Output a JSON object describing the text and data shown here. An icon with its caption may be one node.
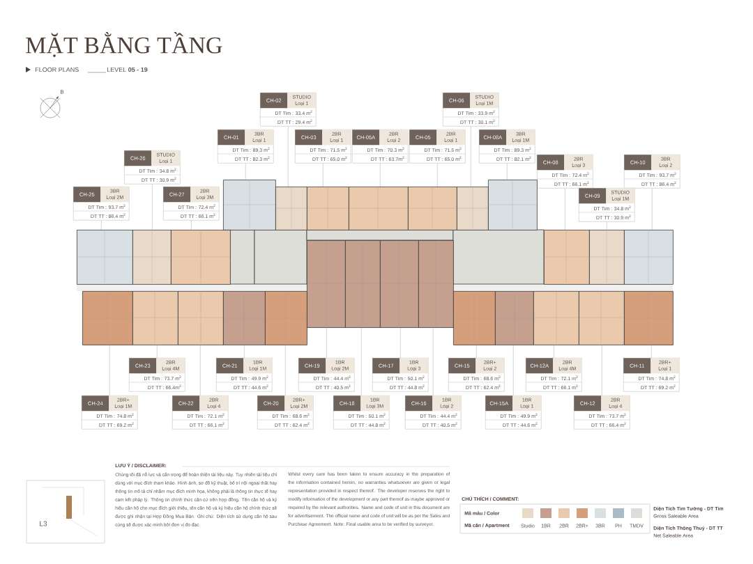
{
  "diagram": {
    "title": "MẶT BẰNG TẦNG",
    "nodes": [
      {
        "text": [
          "CH-02",
          "STUDIO",
          "Loại 1",
          "DT Tim : 33.4 m$^{2}$",
          "DT TT : 29.4 m$^{2}$"
        ]
      },
      {
        "text": [
          "CH-06",
          "STUDIO",
          "Loại 1M",
          "DT Tim : 33.9 m$^{2}$",
          "DT TT : 30.1 m$^{2}$"
        ]
      },
      {
        "text": [
          "CH-01",
          "3BR",
          "Loại 1",
          "DT Tim : 89.3 m$^{2}$",
          "DT TT : 82.3 m$^{2}$"
        ]
      },
      {
        "text": [
          "CH-03",
          "2BR",
          "Loại 1",
          "DT Tim : 71.5 m$^{2}$",
          "DT TT : 65.0 m$^{2}$"
        ]
      },
      {
        "text": [
          "CH-05A",
          "2BR",
          "Loại 2",
          "DT Tim : 70.3 m$^{2}$",
          "DT TT : 63.7m$^{2}$"
        ]
      },
      {
        "text": [
          "CH-05",
          "2BR",
          "Loại 1",
          "DT Tim : 71.5 m$^{2}$",
          "DT TT : 65.0 m$^{2}$"
        ]
      },
      {
        "text": [
          "CH-08A",
          "3BR",
          "Loại 1M",
          "DT Tim : 89.3 m$^{2}$",
          "DT TT : 82.1 m$^{2}$"
        ]
      },
      {
        "text": [
          "CH-26",
          "STUDIO",
          "Loại 1",
          "DT Tim : 34.8 m$^{2}$",
          "DT TT : 30.9 m$^{2}$"
        ]
      },
      {
        "text": [
          "CH-08",
          "2BR",
          "Loại 3",
          "DT Tim : 72.4 m$^{2}$",
          "DT TT : 66.1 m$^{2}$"
        ]
      },
      {
        "text": [
          "CH-10",
          "3BR",
          "Loại 2",
          "DT Tim : 93.7 m$^{2}$",
          "DT TT : 86.4 m$^{2}$"
        ]
      },
      {
        "text": [
          "CH-25",
          "3BR",
          "Loại 2M",
          "DT Tim : 93.7 m$^{2}$",
          "DT TT : 86.4 m$^{2}$"
        ]
      },
      {
        "text": [
          "CH-27",
          "2BR",
          "Loại 3M",
          "DT Tim : 72.4 m$^{2}$",
          "DT TT : 66.1 m$^{2}$"
        ]
      },
      {
        "text": [
          "CH-09",
          "STUDIO",
          "Loại 1M",
          "DT Tim : 34.8 m$^{2}$",
          "DT TT : 30.9 m$^{2}$"
        ]
      },
      {
        "text": [
          "CH-23",
          "2BR",
          "Loại 4M",
          "DT Tim : 73.7 m$^{2}$",
          "DT TT : 66.4m$^{2}$"
        ]
      },
      {
        "text": [
          "CH-21",
          "1BR",
          "Loại 1M",
          "DT Tim : 49.9 m$^{2}$",
          "DT TT : 44.6 m$^{2}$"
        ]
      },
      {
        "text": [
          "CH-19",
          "1BR",
          "Loại 2M",
          "DT Tim : 44.4 m$^{2}$",
          "DT TT : 40.5 m$^{2}$"
        ]
      },
      {
        "text": [
          "CH-17",
          "1BR",
          "Loại 3",
          "DT Tim : 50.1 m$^{2}$",
          "DT TT : 44.8 m$^{2}$"
        ]
      },
      {
        "text": [
          "CH-15",
          "2BR+",
          "Loại 2",
          "DT Tim : 68.6 m$^{2}$",
          "DT TT : 62.4 m$^{2}$"
        ]
      },
      {
        "text": [
          "CH-12A",
          "2BR",
          "Loại 4M",
          "DT Tim : 72.1 m$^{2}$",
          "DT TT : 66.1 m$^{2}$"
        ]
      },
      {
        "text": [
          "CH-11",
          "2BR+",
          "Loại 1",
          "DT Tim : 74.8 m$^{2}$",
          "DT TT : 69.2 m$^{2}$"
        ]
      },
      {
        "text": [
          "CH-24",
          "2BR+",
          "Loại 1M",
          "DT Tim : 74.8 m$^{2}$",
          "DT TT : 69.2 m$^{2}$"
        ]
      },
      {
        "text": [
          "CH-22",
          "2BR",
          "Loại 4",
          "DT Tim : 72.1 m$^{2}$",
          "DT TT : 66.1 m$^{2}$"
        ]
      },
      {
        "text": [
          "CH-20",
          "2BR+",
          "Loại 2M",
          "DT Tim : 68.6 m$^{2}$",
          "DT TT : 62.4 m$^{2}$"
        ]
      },
      {
        "text": [
          "CH-18",
          "1BR",
          "Loại 3M",
          "DT Tim : 50.1 m$^{2}$",
          "DT TT : 44.8 m$^{2}$"
        ]
      },
      {
        "text": [
          "CH-16",
          "1BR",
          "Loại 2",
          "DT Tim : 44.4 m$^{2}$",
          "DT TT : 40.5 m$^{2}$"
        ]
      },
      {
        "text": [
          "CH-15A",
          "1BR",
          "Loại 1",
          "DT Tim : 49.9 m$^{2}$",
          "DT TT : 44.6 m$^{2}$"
        ]
      },
      {
        "text": [
          "CH-12",
          "2BR",
          "Loại 4",
          "DT Tim : 73.7 m$^{2}$",
          "DT TT : 66.4 m$^{2}$"
        ]
      },
      {
        "text": [],
        "shape": "box"
      },
      {
        "text": [],
        "shape": "box"
      },
      {
        "text": [],
        "shape": "box"
      },
      {
        "text": [],
        "shape": "box"
      },
      {
        "text": [],
        "shape": "box"
      },
      {
        "text": [],
        "shape": "box"
      },
      {
        "text": [],
        "shape": "box"
      },
      {
        "text": [],
        "shape": "box"
      },
      {
        "text": [],
        "shape": "box"
      },
      {
        "text": [],
        "shape": "box"
      },
      {
        "text": [],
        "shape": "box"
      },
      {
        "text": [],
        "shape": "box"
      },
      {
        "text": [],
        "shape": "box"
      },
      {
        "text": [],
        "shape": "box"
      },
      {
        "text": [],
        "shape": "box"
      },
      {
        "text": [],
        "shape": "box"
      },
      {
        "text": [],
        "shape": "box"
      },
      {
        "text": [],
        "shape": "box"
      },
      {
        "text": [],
        "shape": "box"
      },
      {
        "text": [],
        "shape": "box"
      },
      {
        "text": [],
        "shape": "box"
      },
      {
        "text": [],
        "shape": "box"
      },
      {
        "text": [],
        "shape": "box"
      },
      {
        "text": [],
        "shape": "box"
      },
      {
        "text": [],
        "shape": "box"
      },
      {
        "text": [],
        "shape": "box"
      },
      {
        "text": [],
        "shape": "box"
      }
    ],
    "edges": [
      {
        "from": 0,
        "to": 28,
        "arrow": "none"
      },
      {
        "from": 1,
        "to": 32,
        "arrow": "none"
      },
      {
        "from": 2,
        "to": 27,
        "arrow": "none"
      },
      {
        "from": 3,
        "to": 29,
        "arrow": "none"
      },
      {
        "from": 4,
        "to": 30,
        "arrow": "none"
      },
      {
        "from": 5,
        "to": 31,
        "arrow": "none"
      },
      {
        "from": 6,
        "to": 33,
        "arrow": "none"
      },
      {
        "from": 7,
        "to": 35,
        "arrow": "none"
      },
      {
        "from": 8,
        "to": 37,
        "arrow": "none"
      },
      {
        "from": 9,
        "to": 39,
        "arrow": "none"
      },
      {
        "from": 10,
        "to": 34,
        "arrow": "none"
      },
      {
        "from": 11,
        "to": 36,
        "arrow": "none"
      },
      {
        "from": 12,
        "to": 38,
        "arrow": "none"
      },
      {
        "from": 13,
        "to": 45,
        "arrow": "none"
      },
      {
        "from": 14,
        "to": 47,
        "arrow": "none"
      },
      {
        "from": 15,
        "to": 40,
        "arrow": "none"
      },
      {
        "from": 16,
        "to": 42,
        "arrow": "none"
      },
      {
        "from": 17,
        "to": 49,
        "arrow": "none"
      },
      {
        "from": 18,
        "to": 51,
        "arrow": "none"
      },
      {
        "from": 19,
        "to": 53,
        "arrow": "none"
      },
      {
        "from": 20,
        "to": 44,
        "arrow": "none"
      },
      {
        "from": 21,
        "to": 46,
        "arrow": "none"
      },
      {
        "from": 22,
        "to": 48,
        "arrow": "none"
      },
      {
        "from": 23,
        "to": 41,
        "arrow": "none"
      },
      {
        "from": 24,
        "to": 43,
        "arrow": "none"
      },
      {
        "from": 25,
        "to": 50,
        "arrow": "none"
      },
      {
        "from": 26,
        "to": 52,
        "arrow": "none"
      }
    ],
    "labels": [
      "FLOOR PLANS",
      "LEVEL **05 - 19**",
      "B",
      "L3",
      "LƯU Ý / DISCLAIMER:",
      "Chúng tôi đã nỗ lực và cẩn trọng để hoàn thiện tài liệu này. Tuy nhiên tài liệu chỉ dùng với mục đích tham khảo. Hình ảnh, sơ đồ kỹ thuật, bố trí nội ngoại thất hay thông tin mô tả chỉ nhằm mục đích minh họa, không phải là thông tin thực tế hay cam kết pháp lý. Thông tin chính thức căn cứ trên hợp đồng. Tên căn hộ và ký hiệu căn hộ cho mục đích giới thiệu, tên căn hộ và ký hiệu căn hộ chính thức sẽ được ghi nhận tại Hợp Đồng Mua Bán. Ghi chú: Diện tích sử dụng căn hộ sau cùng sẽ được xác minh bởi đơn vị đo đạc.",
      "Whilst every care has been taken to ensure accuracy in the preparation of the information contained herein, no warranties whatsoever are given or legal representation provided in respect thereof. The developer reserves the right to modify information of the development or any part thereof as maybe approved or required by the relevant authorities. Name and code of unit in this document are for advertisement. The official name and code of unit will be as per the Sales and Purchase Agreement. Note: Final usable area to be verified by surveyor.",
      "CHÚ THÍCH / COMMENT:",
      "Mã màu / Color",
      "Mã căn / Apartment",
      "Diện Tích Tim Tường - DT Tim",
      "Gross Saleable Area",
      "Diện Tích Thông Thuỷ - DT TT",
      "Net Saleable Area"
    ],
    "legend": [
      {
        "text": "Studio",
        "color": "#e9d9c9"
      },
      {
        "text": "1BR",
        "color": "#c6a08e"
      },
      {
        "text": "2BR",
        "color": "#ebc9ad"
      },
      {
        "text": "2BR+",
        "color": "#d69f7c"
      },
      {
        "text": "3BR",
        "color": "#d9e0e4"
      },
      {
        "text": "PH",
        "color": "#a9bdc9"
      },
      {
        "text": "TMDV",
        "color": "#deded8"
      }
    ]
  }
}
